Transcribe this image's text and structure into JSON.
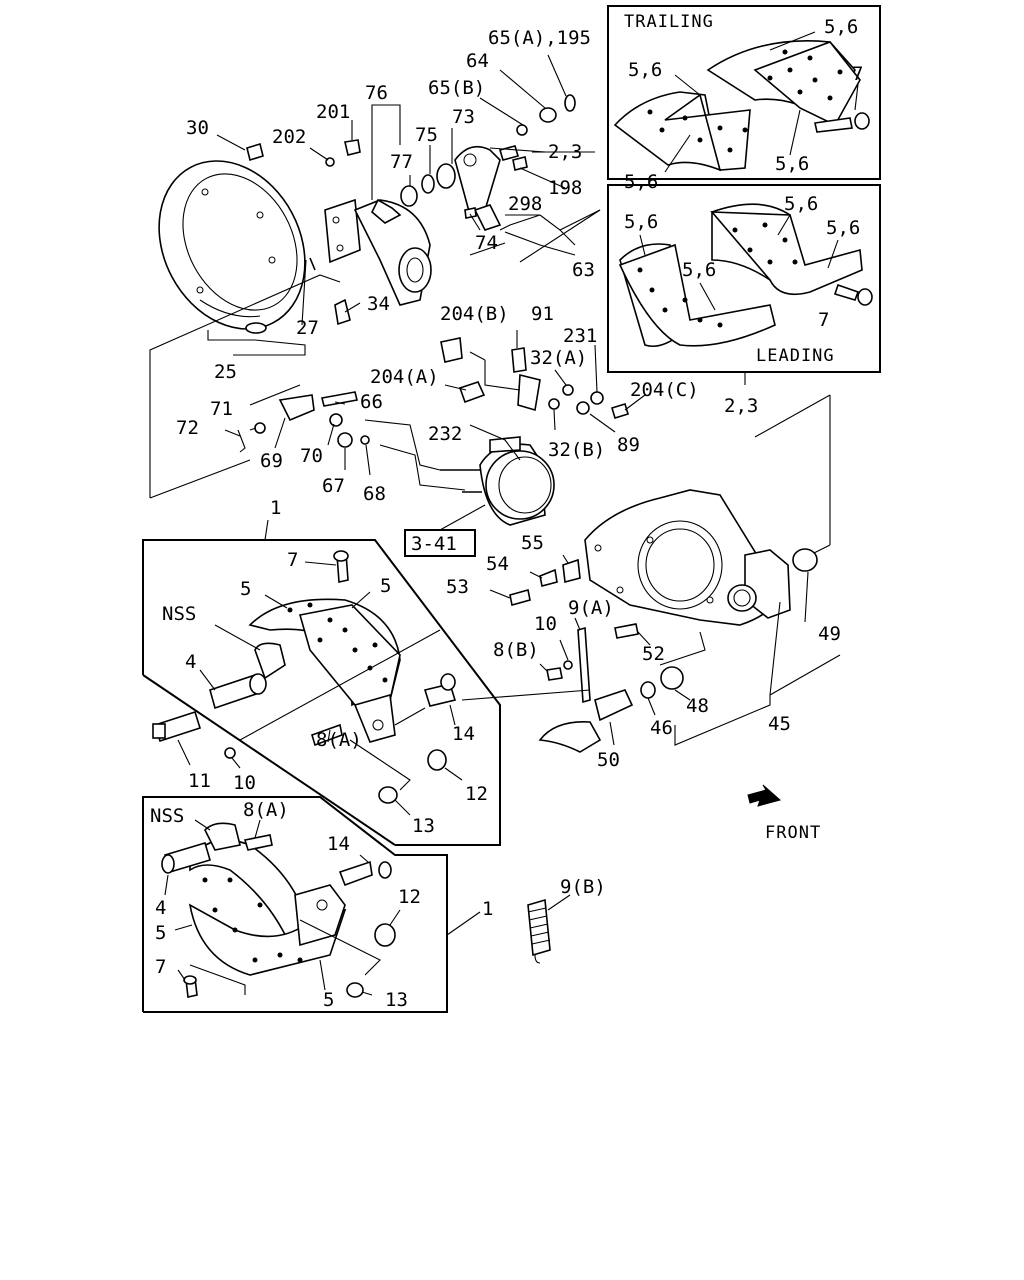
{
  "labels": {
    "l_65a_195": "65(A),195",
    "l_64": "64",
    "l_65b": "65(B)",
    "l_73": "73",
    "l_76": "76",
    "l_201": "201",
    "l_30": "30",
    "l_202": "202",
    "l_75": "75",
    "l_77": "77",
    "l_23": "2,3",
    "l_198": "198",
    "l_298": "298",
    "l_74": "74",
    "l_63": "63",
    "l_34": "34",
    "l_27": "27",
    "l_25": "25",
    "l_204b": "204(B)",
    "l_91": "91",
    "l_231": "231",
    "l_32a": "32(A)",
    "l_204a": "204(A)",
    "l_66": "66",
    "l_71": "71",
    "l_72": "72",
    "l_69": "69",
    "l_70": "70",
    "l_67": "67",
    "l_68": "68",
    "l_232": "232",
    "l_32b": "32(B)",
    "l_89": "89",
    "l_204c": "204(C)",
    "l_23b": "2,3",
    "l_341": "3-41",
    "l_1a": "1",
    "l_7a": "7",
    "l_5a": "5",
    "l_5b": "5",
    "l_nssa": "NSS",
    "l_4a": "4",
    "l_11": "11",
    "l_10a": "10",
    "l_8a1": "8(A)",
    "l_14a": "14",
    "l_12a": "12",
    "l_13a": "13",
    "l_55": "55",
    "l_54": "54",
    "l_53": "53",
    "l_9a": "9(A)",
    "l_10b": "10",
    "l_8b": "8(B)",
    "l_52": "52",
    "l_49": "49",
    "l_48": "48",
    "l_46": "46",
    "l_45": "45",
    "l_50": "50",
    "l_front": "FRONT",
    "l_nssb": "NSS",
    "l_8a2": "8(A)",
    "l_14b": "14",
    "l_12b": "12",
    "l_4b": "4",
    "l_5c": "5",
    "l_7b": "7",
    "l_5d": "5",
    "l_13b": "13",
    "l_1b": "1",
    "l_9b": "9(B)"
  },
  "trailing_box": {
    "title": "TRAILING",
    "labels": [
      "5,6",
      "5,6",
      "7",
      "5,6",
      "5,6"
    ]
  },
  "leading_box": {
    "title": "LEADING",
    "labels": [
      "5,6",
      "5,6",
      "5,6",
      "5,6",
      "7"
    ]
  }
}
